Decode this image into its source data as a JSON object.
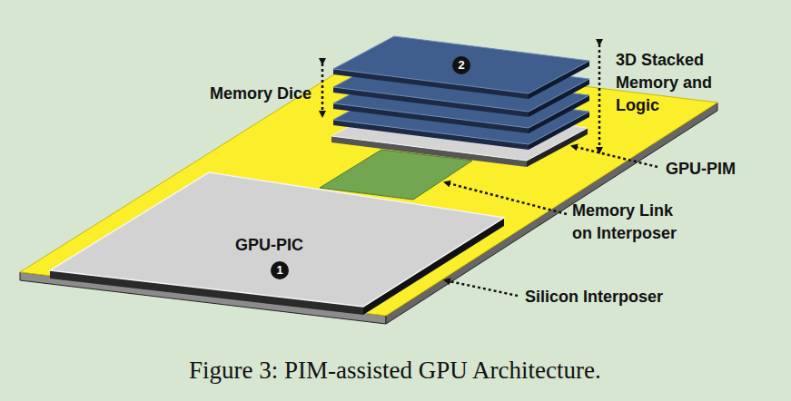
{
  "diagram": {
    "caption": "Figure 3: PIM-assisted GPU Architecture.",
    "nodes": [
      {
        "text": [
          "GPU-PIC"
        ]
      },
      {
        "text": [
          "1"
        ],
        "in": 0
      },
      {
        "text": [
          "2"
        ]
      }
    ],
    "labels": [
      "Memory Dice",
      "3D Stacked Memory and Logic",
      "GPU-PIM",
      "Memory Link on Interposer",
      "Silicon Interposer"
    ]
  }
}
